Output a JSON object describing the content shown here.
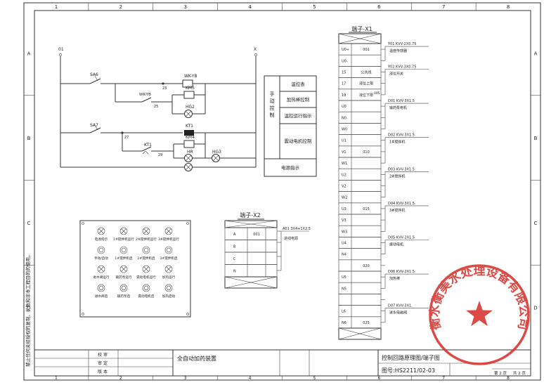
{
  "grid": {
    "columns": [
      "1",
      "2",
      "3",
      "4",
      "5",
      "6",
      "7",
      "8"
    ],
    "rows": [
      "A",
      "B",
      "C",
      "D"
    ]
  },
  "circuit": {
    "nodes": [
      "01",
      "X"
    ],
    "row1": {
      "switch": "SA6",
      "coil": "WK-YB",
      "node": "23"
    },
    "row2": {
      "switch": "WK-YB",
      "node": "25",
      "coil": "KM5",
      "lamp": "HG2"
    },
    "row3": {
      "switch": "SA7",
      "coil": "KT1",
      "node": "27"
    },
    "row4": {
      "switch": "KT1",
      "node": "29",
      "coil": "KM4",
      "lamp1": "HR",
      "lamp2": "HG3"
    }
  },
  "function_table": {
    "side_label": "手动控制",
    "rows": [
      "温控表",
      "加热棒控制",
      "温控运行指示",
      "震动电机控制",
      "电源指示"
    ]
  },
  "terminal_x1": {
    "title": "端子-X1",
    "terminals": [
      {
        "id": "U0+",
        "mid": "001"
      },
      {
        "id": "U0-",
        "mid": ""
      },
      {
        "id": "15",
        "mid": "公共线"
      },
      {
        "id": "17",
        "mid": "液位上限"
      },
      {
        "id": "19",
        "mid": "液位下限",
        "mid2": "005"
      },
      {
        "id": "U0",
        "mid": ""
      },
      {
        "id": "N0",
        "mid": ""
      },
      {
        "id": "W0",
        "mid": ""
      },
      {
        "id": "U1",
        "mid": ""
      },
      {
        "id": "V1",
        "mid": "010"
      },
      {
        "id": "W1",
        "mid": ""
      },
      {
        "id": "U2",
        "mid": ""
      },
      {
        "id": "V2",
        "mid": ""
      },
      {
        "id": "W2",
        "mid": ""
      },
      {
        "id": "U3",
        "mid": "015"
      },
      {
        "id": "V3",
        "mid": ""
      },
      {
        "id": "W3",
        "mid": ""
      },
      {
        "id": "U4",
        "mid": ""
      },
      {
        "id": "N4",
        "mid": ""
      },
      {
        "id": "",
        "mid": "020"
      },
      {
        "id": "U5",
        "mid": ""
      },
      {
        "id": "N5",
        "mid": ""
      },
      {
        "id": "",
        "mid": ""
      },
      {
        "id": "L6",
        "mid": ""
      },
      {
        "id": "N6",
        "mid": "025"
      }
    ],
    "cables": [
      {
        "code": "Y01 KVV-2X0.75",
        "desc": "温度传感器"
      },
      {
        "code": "Y02 KVV-3X0.75",
        "desc": "液位开关"
      },
      {
        "code": "D01 KVV-3X1.5",
        "desc": "输药泵电机"
      },
      {
        "code": "D02 KVV-3X1.5",
        "desc": "1#搅拌机"
      },
      {
        "code": "D03 KVV-3X1.5",
        "desc": "2#搅拌机"
      },
      {
        "code": "D04 KVV-3X1.5",
        "desc": "3#搅拌机"
      },
      {
        "code": "D05 KVV-2X1.5",
        "desc": "振动电机"
      },
      {
        "code": "D06 KVV-2X1.5",
        "desc": "加热棒"
      },
      {
        "code": "D07 KVV-3X1.",
        "desc": "进水电磁阀"
      }
    ]
  },
  "terminal_x2": {
    "title": "端子-X2",
    "terminals": [
      {
        "id": "A",
        "mid": "001"
      },
      {
        "id": "B",
        "mid": ""
      },
      {
        "id": "C",
        "mid": ""
      },
      {
        "id": "N",
        "mid": ""
      }
    ],
    "cable": {
      "code": "A01 3X4+1X2.5",
      "desc": "进线电源"
    }
  },
  "panel": {
    "rows": [
      [
        "电源指示",
        "1#搅拌机运行",
        "2#搅拌机运行",
        "3#搅拌机运行"
      ],
      [
        "手动/自动",
        "1#搅拌机启",
        "2#搅拌机启",
        "3#搅拌机启"
      ],
      [
        "进水阀运行",
        "输药泵运行",
        "震动电机运行",
        "加热运行"
      ],
      [
        "进水阀启",
        "输药泵启",
        "震动电机启",
        "加热启动"
      ]
    ]
  },
  "side_note": "禁止任何未经授权的复制、扩散和非本工程目的的使用。",
  "title_block": {
    "left_labels": [
      "校  审",
      "审  定",
      "版  本"
    ],
    "project": "全自动加药装置",
    "drawing_name": "控制回路原理图/端子图",
    "drawing_no": "图号:HS2211/02-03",
    "sheet": "第 2 页",
    "total": "共 2 页"
  },
  "stamp": {
    "company": "衡水衡美水处理设备有限公司",
    "color": "#d8322c"
  }
}
